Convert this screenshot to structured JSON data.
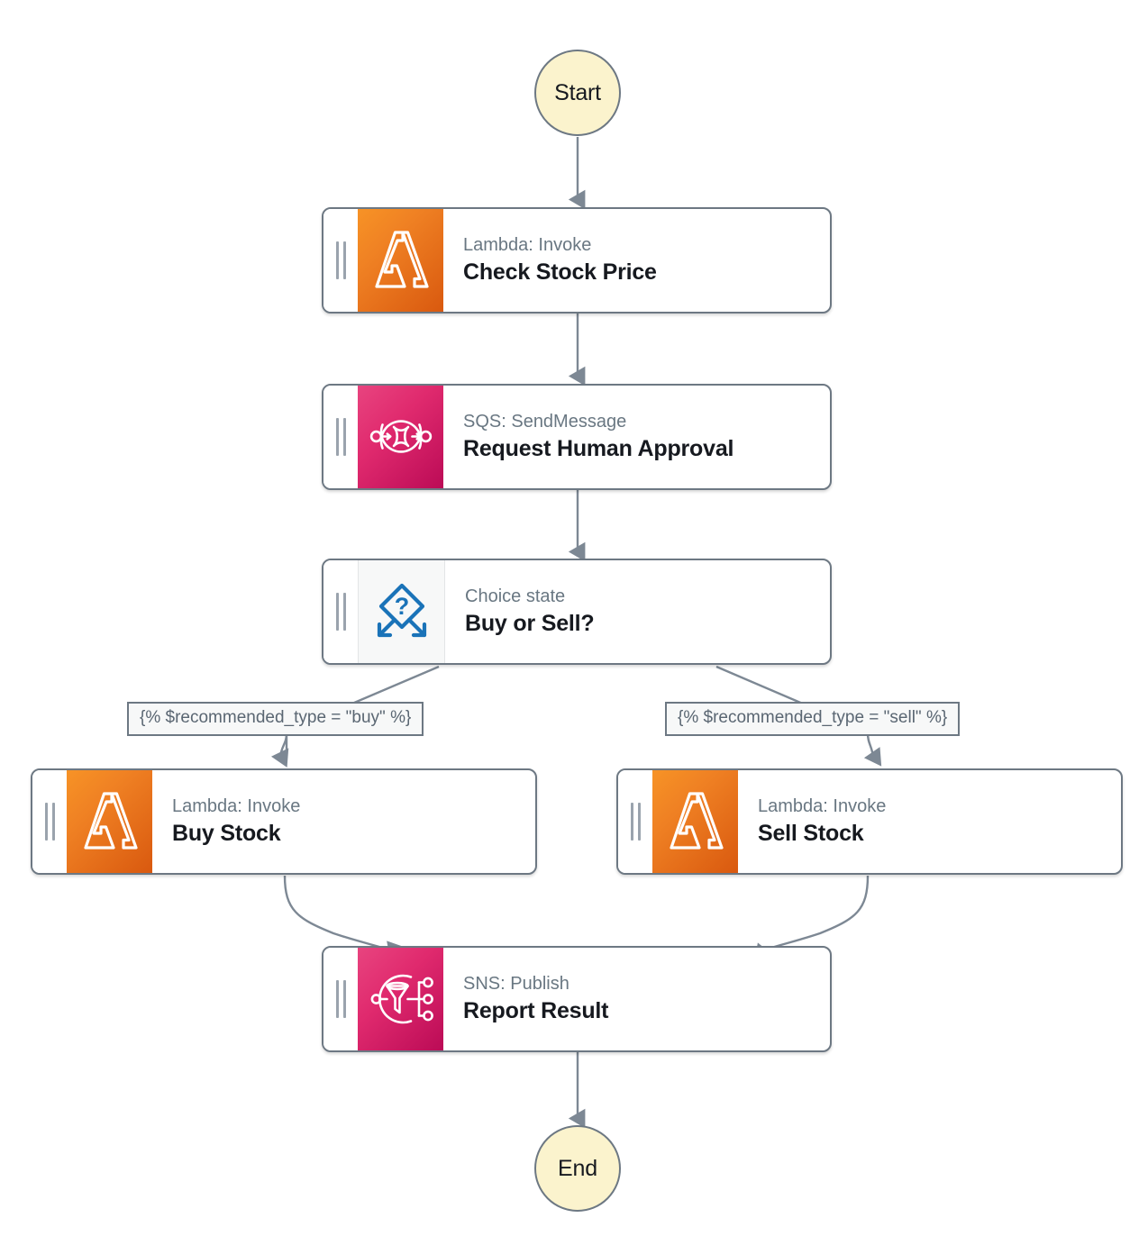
{
  "diagram": {
    "title": "AWS Step Functions state machine workflow",
    "type": "state-machine-graph",
    "colors": {
      "terminal_fill": "#fbf3cd",
      "node_border": "#6d7883",
      "edge_stroke": "#7d8894",
      "lambda_orange": "#ED8022",
      "sqs_pink": "#E7157B",
      "sns_pink": "#E7157B",
      "choice_blue": "#1A73B8",
      "type_text": "#697782",
      "title_text": "#16191F"
    }
  },
  "nodes": {
    "start": {
      "label": "Start",
      "shape": "circle"
    },
    "end": {
      "label": "End",
      "shape": "circle"
    },
    "check_stock_price": {
      "type": "Lambda: Invoke",
      "title": "Check Stock Price",
      "icon": "lambda-icon"
    },
    "request_human_approval": {
      "type": "SQS: SendMessage",
      "title": "Request Human Approval",
      "icon": "sqs-icon"
    },
    "buy_or_sell": {
      "type": "Choice state",
      "title": "Buy or Sell?",
      "icon": "choice-icon"
    },
    "buy_stock": {
      "type": "Lambda: Invoke",
      "title": "Buy Stock",
      "icon": "lambda-icon"
    },
    "sell_stock": {
      "type": "Lambda: Invoke",
      "title": "Sell Stock",
      "icon": "lambda-icon"
    },
    "report_result": {
      "type": "SNS: Publish",
      "title": "Report Result",
      "icon": "sns-icon"
    }
  },
  "edges": {
    "buy_condition": "{% $recommended_type = \"buy\" %}",
    "sell_condition": "{% $recommended_type = \"sell\" %}"
  }
}
